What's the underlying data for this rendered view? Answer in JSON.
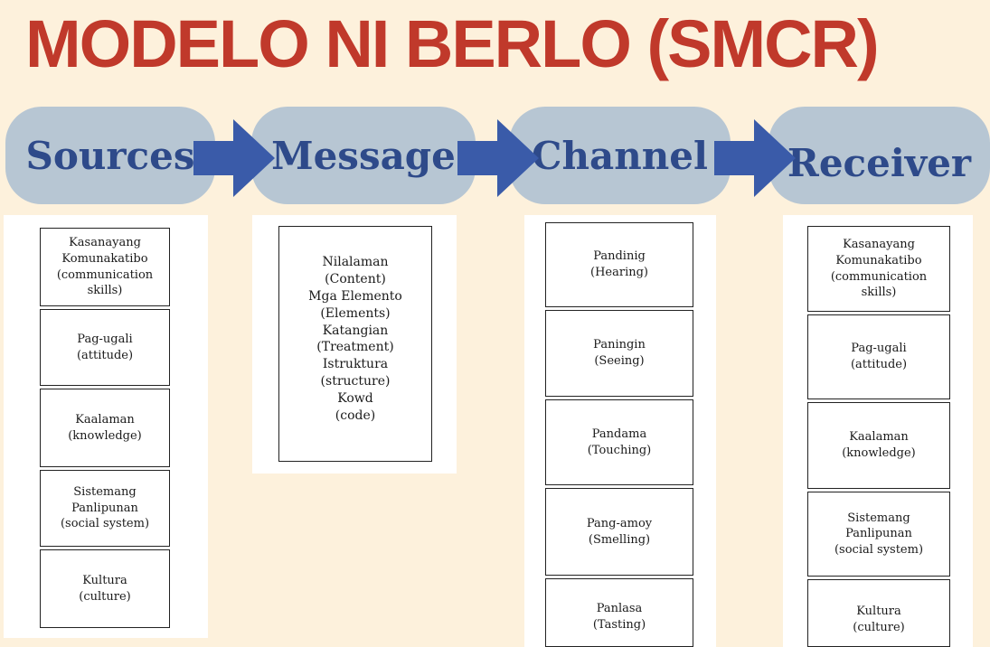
{
  "title": "MODELO NI BERLO (SMCR)",
  "colors": {
    "title": "#c0392b",
    "pill": "#b7c6d3",
    "pill_text": "#2e4a8a",
    "arrow": "#3a5ba9",
    "background": "#fdf1dc"
  },
  "stages": [
    {
      "label": "Sources"
    },
    {
      "label": "Message"
    },
    {
      "label": "Channel"
    },
    {
      "label": "Receiver"
    }
  ],
  "sources_boxes": [
    "Kasanayang\nKomunakatibo\n(communication\nskills)",
    "Pag-ugali\n(attitude)",
    "Kaalaman\n(knowledge)",
    "Sistemang\nPanlipunan\n(social system)",
    "Kultura\n(culture)"
  ],
  "message_box": "Nilalaman\n(Content)\nMga Elemento\n(Elements)\nKatangian\n(Treatment)\nIstruktura\n(structure)\nKowd\n(code)",
  "channel_boxes": [
    "Pandinig\n(Hearing)",
    "Paningin\n(Seeing)",
    "Pandama\n(Touching)",
    "Pang-amoy\n(Smelling)",
    "Panlasa\n(Tasting)"
  ],
  "receiver_boxes": [
    "Kasanayang\nKomunakatibo\n(communication\nskills)",
    "Pag-ugali\n(attitude)",
    "Kaalaman\n(knowledge)",
    "Sistemang\nPanlipunan\n(social system)",
    "Kultura\n(culture)"
  ]
}
